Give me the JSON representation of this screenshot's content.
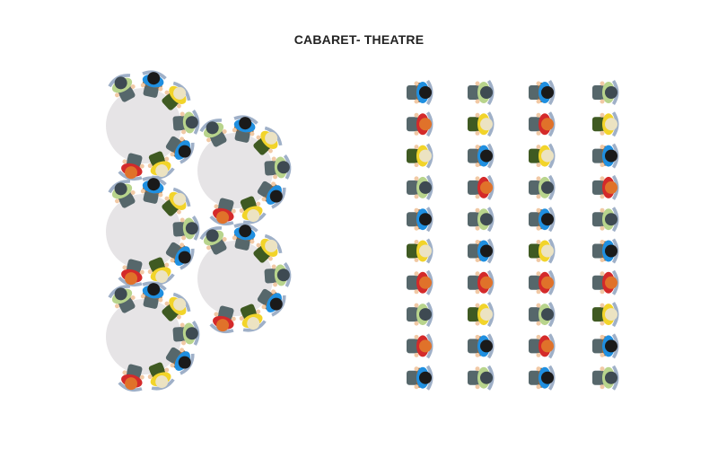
{
  "title": "CABARET- THEATRE",
  "colors": {
    "table": "#e6e4e6",
    "chair": "#9fb0c8",
    "legs": "#56676b",
    "blue": {
      "shirt": "#1f8fe0",
      "hair": "#1a1a1a",
      "extra": "#a0622a"
    },
    "green": {
      "shirt": "#b8d48c",
      "hair": "#3e4a52",
      "extra": "#56676b"
    },
    "red": {
      "shirt": "#d42a2a",
      "hair": "#e0722a",
      "extra": "#d42a2a"
    },
    "yellow": {
      "shirt": "#f2d42a",
      "hair": "#ece3c2",
      "extra": "#3f5a22"
    }
  },
  "cabaret_tables": [
    {
      "seats": [
        "green",
        "blue",
        "yellow",
        "green",
        "blue",
        "yellow",
        "red"
      ]
    },
    {
      "seats": [
        "green",
        "blue",
        "yellow",
        "green",
        "blue",
        "yellow",
        "red"
      ]
    },
    {
      "seats": [
        "green",
        "blue",
        "yellow",
        "green",
        "blue",
        "yellow",
        "red"
      ]
    },
    {
      "seats": [
        "green",
        "blue",
        "yellow",
        "green",
        "blue",
        "yellow",
        "red"
      ]
    },
    {
      "seats": [
        "green",
        "blue",
        "yellow",
        "green",
        "blue",
        "yellow",
        "red"
      ]
    }
  ],
  "theatre_rows": [
    [
      "blue",
      "green",
      "blue",
      "green"
    ],
    [
      "red",
      "yellow",
      "red",
      "yellow"
    ],
    [
      "yellow",
      "blue",
      "yellow",
      "blue"
    ],
    [
      "green",
      "red",
      "green",
      "red"
    ],
    [
      "blue",
      "green",
      "blue",
      "green"
    ],
    [
      "yellow",
      "blue",
      "yellow",
      "blue"
    ],
    [
      "red",
      "red",
      "red",
      "red"
    ],
    [
      "green",
      "yellow",
      "green",
      "yellow"
    ],
    [
      "red",
      "blue",
      "red",
      "blue"
    ],
    [
      "blue",
      "green",
      "blue",
      "green"
    ]
  ]
}
